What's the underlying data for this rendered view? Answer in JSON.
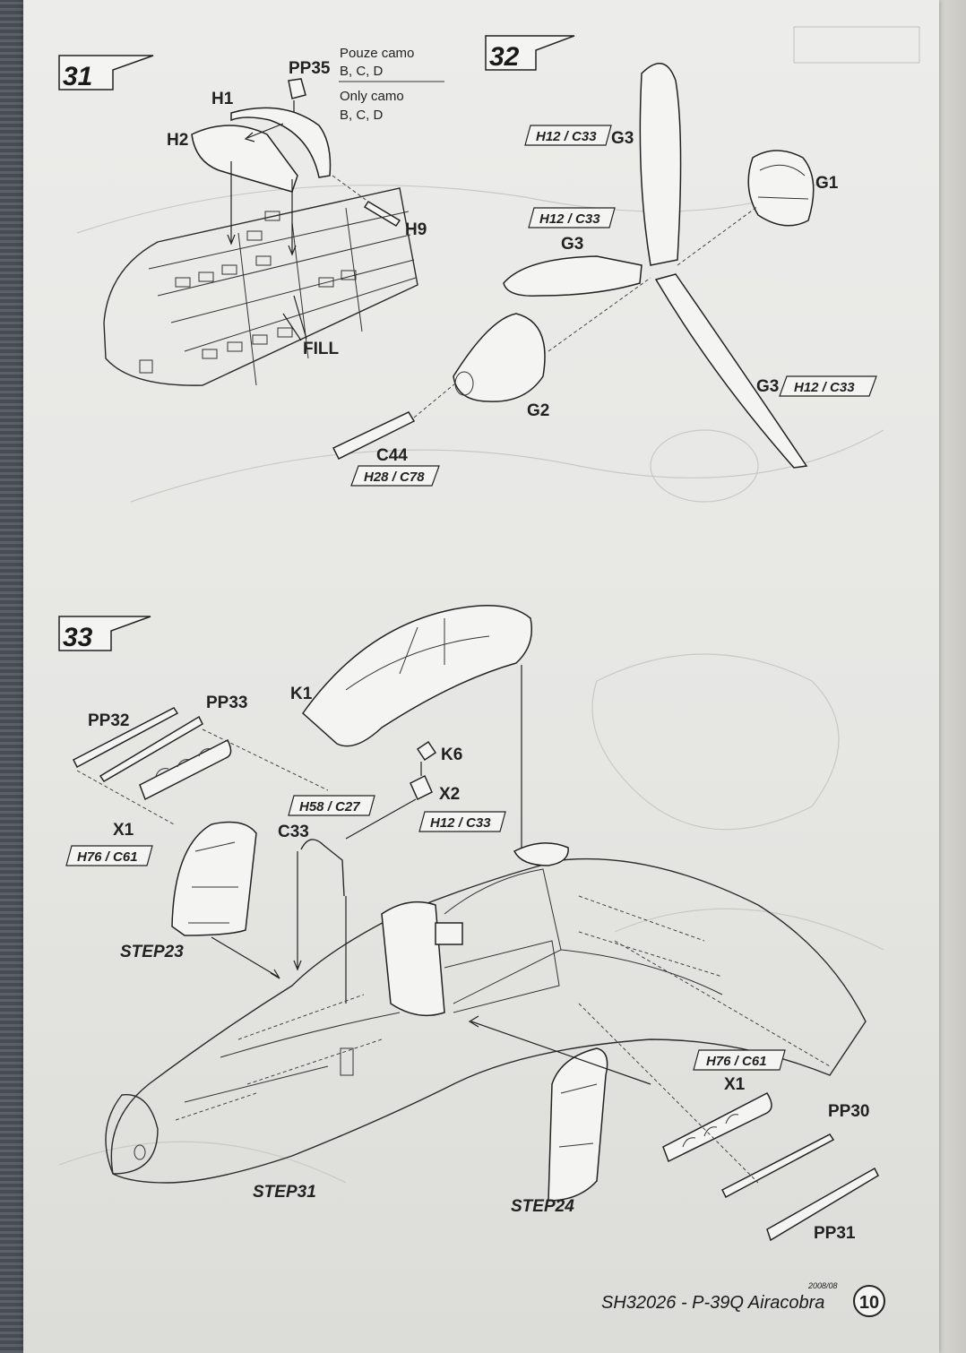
{
  "document": {
    "footer": {
      "title": "SH32026 - P-39Q Airacobra",
      "date": "2008/08",
      "page_number": "10"
    }
  },
  "steps": [
    {
      "number": "31",
      "labels": {
        "pp35": "PP35",
        "h1": "H1",
        "h2": "H2",
        "h9": "H9",
        "fill": "FILL"
      },
      "note": {
        "cz_title": "Pouze camo",
        "cz_versions": "B, C, D",
        "en_title": "Only camo",
        "en_versions": "B, C, D"
      }
    },
    {
      "number": "32",
      "labels": {
        "g1": "G1",
        "g2": "G2",
        "g3_a": "G3",
        "g3_b": "G3",
        "g3_c": "G3",
        "c44": "C44"
      },
      "colors": {
        "blade_a": "H12 / C33",
        "blade_b": "H12 / C33",
        "blade_c": "H12 / C33",
        "spinner_shaft": "H28 / C78"
      }
    },
    {
      "number": "33",
      "labels": {
        "k1": "K1",
        "k6": "K6",
        "x2": "X2",
        "c33": "C33",
        "x1_left": "X1",
        "x1_right": "X1",
        "pp30": "PP30",
        "pp31": "PP31",
        "pp32": "PP32",
        "pp33": "PP33",
        "step23": "STEP23",
        "step24": "STEP24",
        "step31": "STEP31"
      },
      "colors": {
        "canopy_frame": "H58 / C27",
        "x2": "H12 / C33",
        "x1_left": "H76 / C61",
        "x1_right": "H76 / C61"
      }
    }
  ]
}
